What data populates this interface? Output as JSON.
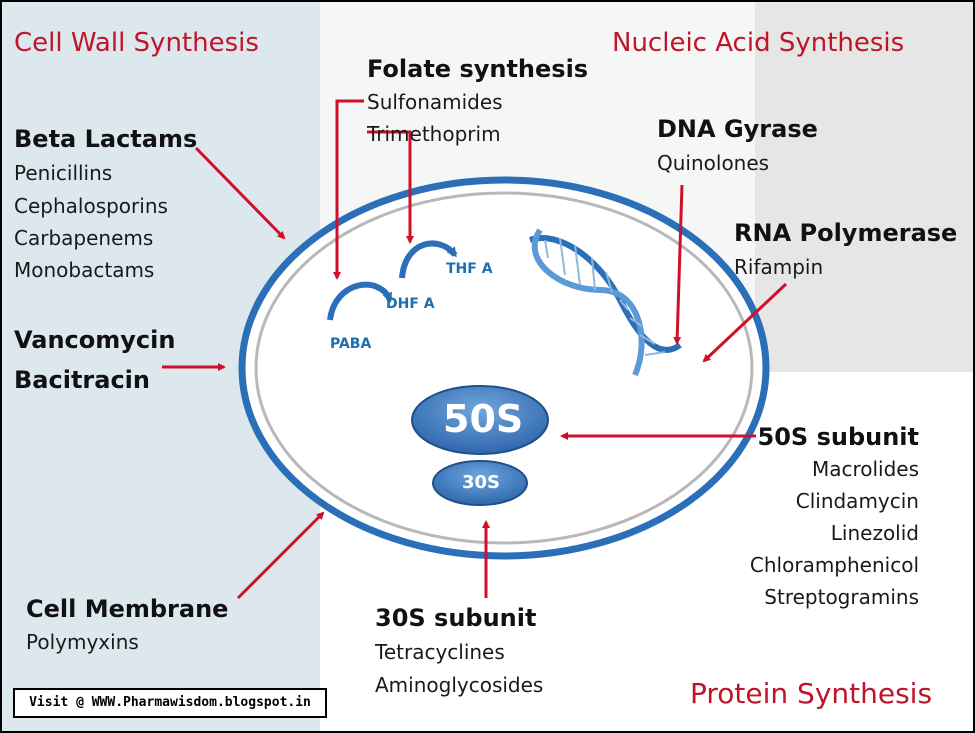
{
  "titles": {
    "cell_wall": "Cell Wall Synthesis",
    "nucleic_acid": "Nucleic Acid Synthesis",
    "protein": "Protein Synthesis"
  },
  "beta_lactams": {
    "heading": "Beta Lactams",
    "items": [
      "Penicillins",
      "Cephalosporins",
      "Carbapenems",
      "Monobactams"
    ]
  },
  "vancomycin": {
    "line1": "Vancomycin",
    "line2": "Bacitracin"
  },
  "cell_membrane": {
    "heading": "Cell Membrane",
    "items": [
      "Polymyxins"
    ]
  },
  "folate": {
    "heading": "Folate synthesis",
    "items": [
      "Sulfonamides",
      "Trimethoprim"
    ]
  },
  "pathway": {
    "paba": "PABA",
    "dhf": "DHF A",
    "thf": "THF A"
  },
  "dna_gyrase": {
    "heading": "DNA Gyrase",
    "items": [
      "Quinolones"
    ]
  },
  "rna_polymerase": {
    "heading": "RNA Polymerase",
    "items": [
      "Rifampin"
    ]
  },
  "ribosome": {
    "large": "50S",
    "small": "30S"
  },
  "subunit_50s": {
    "heading": "50S subunit",
    "items": [
      "Macrolides",
      "Clindamycin",
      "Linezolid",
      "Chloramphenicol",
      "Streptogramins"
    ]
  },
  "subunit_30s": {
    "heading": "30S subunit",
    "items": [
      "Tetracyclines",
      "Aminoglycosides"
    ]
  },
  "credit": "Visit @ WWW.Pharmawisdom.blogspot.in",
  "colors": {
    "title_red": "#c0142a",
    "arrow_red": "#d0102a",
    "cell_blue": "#2a6fb8",
    "ribosome_blue": "#3a7cc4",
    "cell_wall_bg": "#dde8ee",
    "nucleic_bg": "#e6e6e6"
  }
}
